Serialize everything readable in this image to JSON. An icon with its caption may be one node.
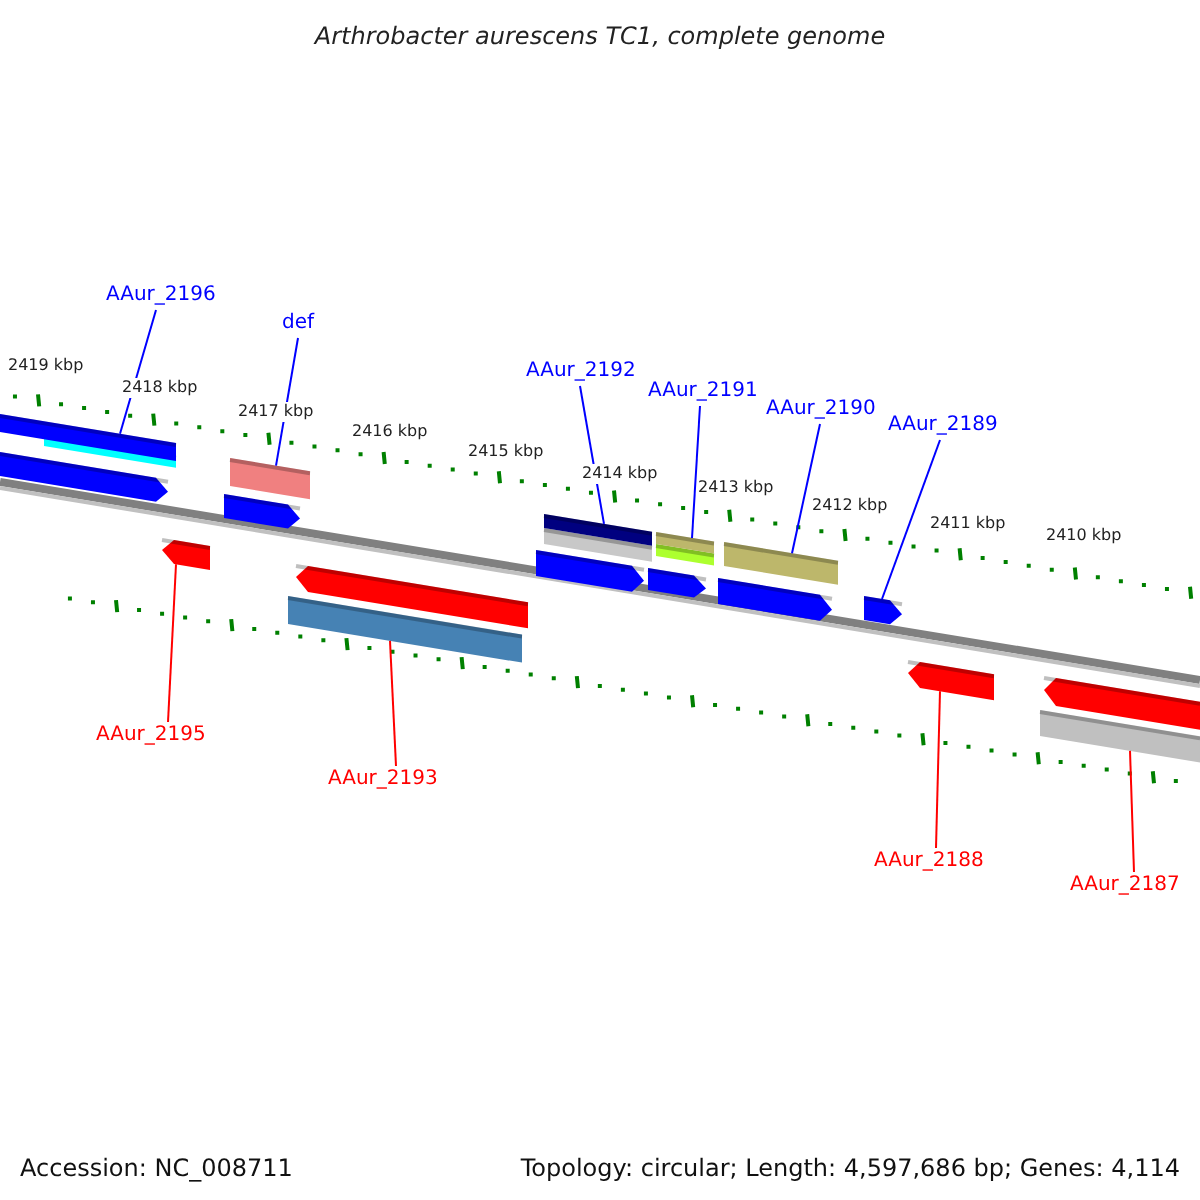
{
  "diagram": {
    "title": "Arthrobacter aurescens TC1, complete genome",
    "nodes": [
      {
        "text": [
          "AAur_2196"
        ]
      },
      {
        "text": [
          "def"
        ]
      },
      {
        "text": [
          "AAur_2192"
        ]
      },
      {
        "text": [
          "AAur_2191"
        ]
      },
      {
        "text": [
          "AAur_2190"
        ]
      },
      {
        "text": [
          "AAur_2189"
        ]
      },
      {
        "text": [
          "AAur_2195"
        ]
      },
      {
        "text": [
          "AAur_2193"
        ]
      },
      {
        "text": [
          "AAur_2188"
        ]
      },
      {
        "text": [
          "AAur_2187"
        ]
      },
      {
        "text": [],
        "shape": "bar"
      },
      {
        "text": [],
        "shape": "bar"
      },
      {
        "text": [],
        "shape": "bar"
      },
      {
        "text": [],
        "shape": "bar"
      },
      {
        "text": [],
        "shape": "bar"
      },
      {
        "text": [],
        "shape": "bar"
      },
      {
        "text": [],
        "shape": "bar"
      },
      {
        "text": [],
        "shape": "bar"
      },
      {
        "text": [],
        "shape": "bar"
      },
      {
        "text": [],
        "shape": "bar"
      }
    ],
    "edges": [
      {
        "from": 0,
        "to": 10,
        "arrow": "none"
      },
      {
        "from": 1,
        "to": 11,
        "arrow": "none"
      },
      {
        "from": 2,
        "to": 12,
        "arrow": "none"
      },
      {
        "from": 3,
        "to": 13,
        "arrow": "none"
      },
      {
        "from": 4,
        "to": 14,
        "arrow": "none"
      },
      {
        "from": 5,
        "to": 15,
        "arrow": "none"
      },
      {
        "from": 6,
        "to": 16,
        "arrow": "none",
        "color": "#ff0000"
      },
      {
        "from": 7,
        "to": 17,
        "arrow": "none",
        "color": "#ff0000"
      },
      {
        "from": 8,
        "to": 18,
        "arrow": "none",
        "color": "#ff0000"
      },
      {
        "from": 9,
        "to": 19,
        "arrow": "none",
        "color": "#ff0000"
      }
    ],
    "labels": [
      "2419 kbp",
      "2418 kbp",
      "2417 kbp",
      "2416 kbp",
      "2415 kbp",
      "2414 kbp",
      "2413 kbp",
      "2412 kbp",
      "2411 kbp",
      "2410 kbp",
      "Accession: NC_008711",
      "Topology: circular; Length: 4,597,686 bp; Genes: 4,114"
    ]
  }
}
